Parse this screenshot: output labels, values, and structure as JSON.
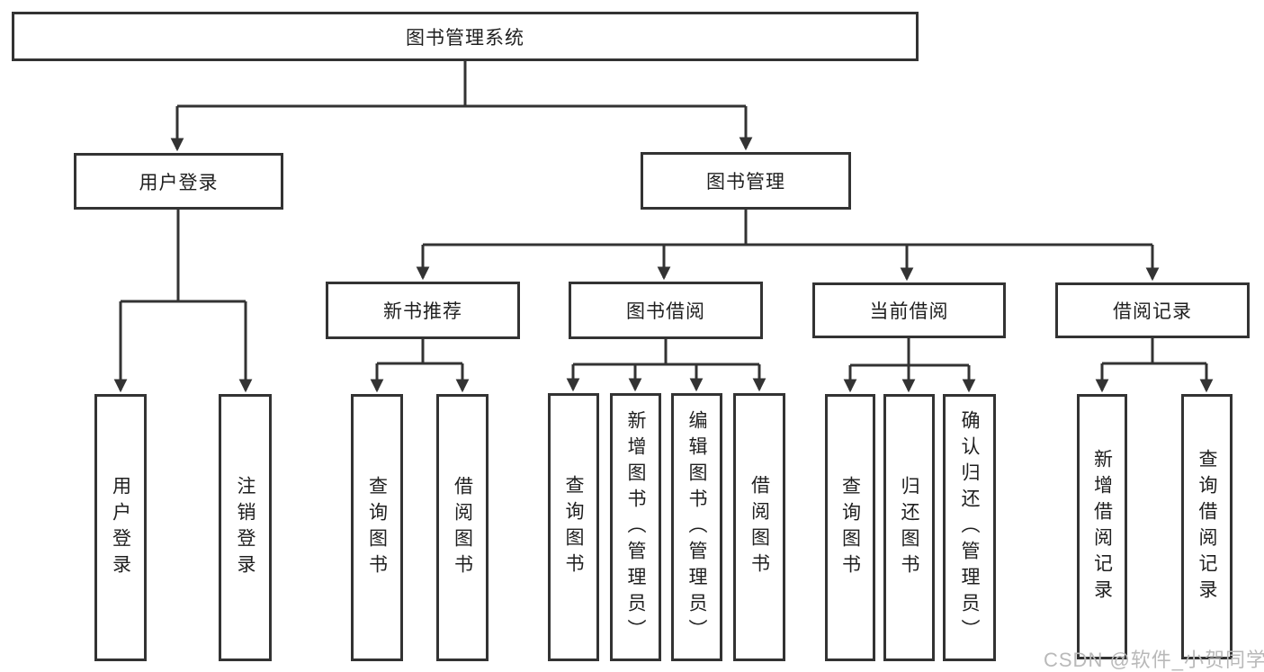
{
  "tree": {
    "label": "图书管理系统",
    "children": [
      {
        "label": "用户登录",
        "children": [
          {
            "label": "用户登录"
          },
          {
            "label": "注销登录"
          }
        ]
      },
      {
        "label": "图书管理",
        "children": [
          {
            "label": "新书推荐",
            "children": [
              {
                "label": "查询图书"
              },
              {
                "label": "借阅图书"
              }
            ]
          },
          {
            "label": "图书借阅",
            "children": [
              {
                "label": "查询图书"
              },
              {
                "label": "新增图书（管理员）"
              },
              {
                "label": "编辑图书（管理员）"
              },
              {
                "label": "借阅图书"
              }
            ]
          },
          {
            "label": "当前借阅",
            "children": [
              {
                "label": "查询图书"
              },
              {
                "label": "归还图书"
              },
              {
                "label": "确认归还（管理员）"
              }
            ]
          },
          {
            "label": "借阅记录",
            "children": [
              {
                "label": "新增借阅记录"
              },
              {
                "label": "查询借阅记录"
              }
            ]
          }
        ]
      }
    ]
  },
  "watermark": "CSDN @软件_小贺同学",
  "colors": {
    "line": "#333333",
    "box_border": "#333333",
    "text": "#1f1f1f",
    "background": "#ffffff",
    "watermark": "#b9b9b9"
  }
}
